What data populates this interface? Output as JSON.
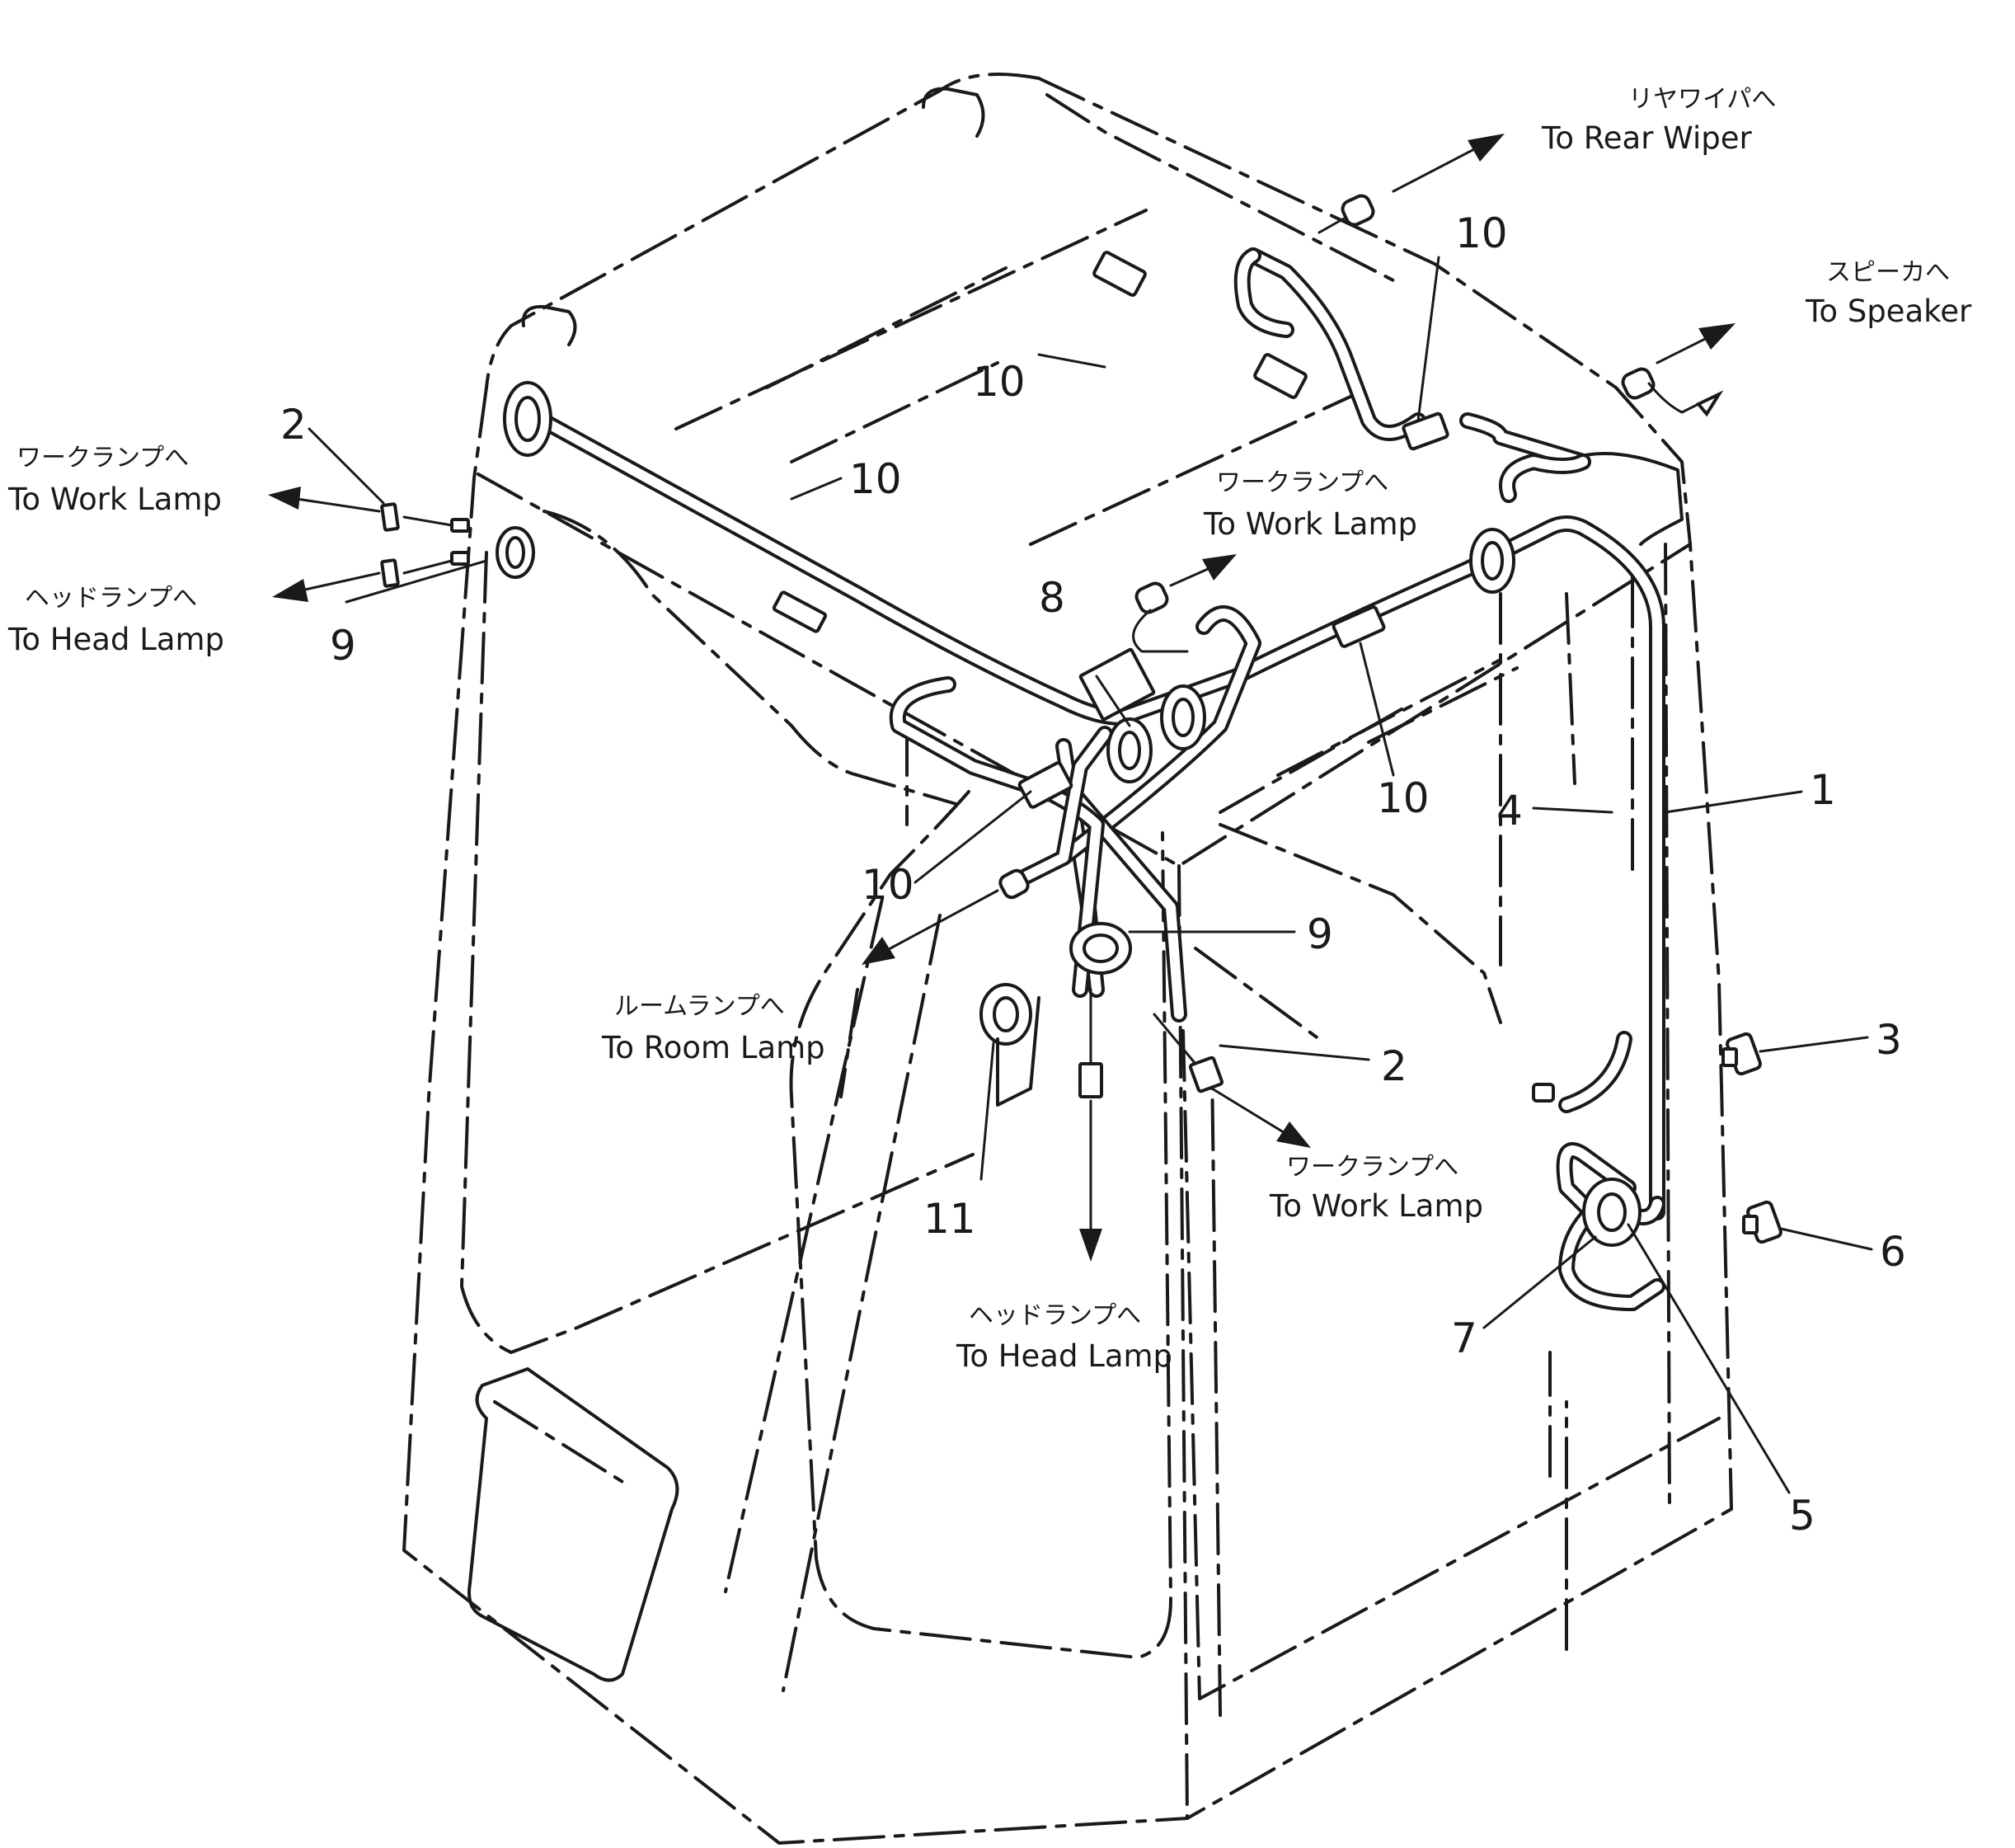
{
  "callouts": [
    {
      "id": "1",
      "label": "1"
    },
    {
      "id": "2a",
      "label": "2"
    },
    {
      "id": "2b",
      "label": "2"
    },
    {
      "id": "3",
      "label": "3"
    },
    {
      "id": "4",
      "label": "4"
    },
    {
      "id": "5",
      "label": "5"
    },
    {
      "id": "6",
      "label": "6"
    },
    {
      "id": "7",
      "label": "7"
    },
    {
      "id": "8",
      "label": "8"
    },
    {
      "id": "9a",
      "label": "9"
    },
    {
      "id": "9b",
      "label": "9"
    },
    {
      "id": "10a",
      "label": "10"
    },
    {
      "id": "10b",
      "label": "10"
    },
    {
      "id": "10c",
      "label": "10"
    },
    {
      "id": "10d",
      "label": "10"
    },
    {
      "id": "10e",
      "label": "10"
    },
    {
      "id": "11",
      "label": "11"
    }
  ],
  "destinations": {
    "rear_wiper": {
      "jp": "リヤワイパへ",
      "en": "To Rear Wiper"
    },
    "speaker": {
      "jp": "スピーカへ",
      "en": "To Speaker"
    },
    "work_lamp_left": {
      "jp": "ワークランプへ",
      "en": "To Work Lamp"
    },
    "head_lamp_left": {
      "jp": "ヘッドランプへ",
      "en": "To Head Lamp"
    },
    "work_lamp_top": {
      "jp": "ワークランプへ",
      "en": "To Work Lamp"
    },
    "room_lamp": {
      "jp": "ルームランプへ",
      "en": "To Room Lamp"
    },
    "work_lamp_right": {
      "jp": "ワークランプへ",
      "en": "To Work Lamp"
    },
    "head_lamp_bottom": {
      "jp": "ヘッドランプへ",
      "en": "To Head Lamp"
    }
  }
}
